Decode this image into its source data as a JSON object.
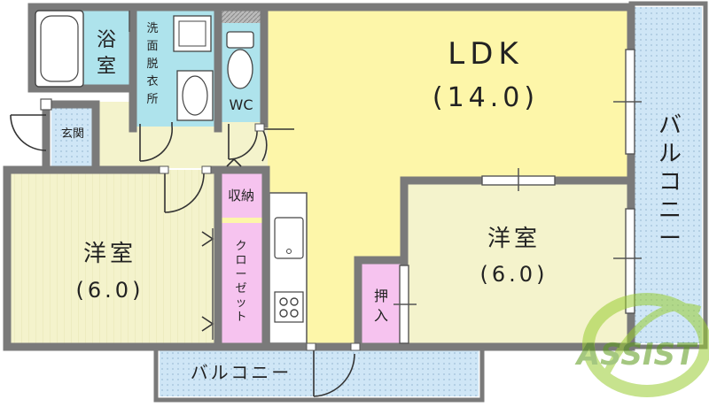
{
  "rooms": {
    "ldk": {
      "name": "LDK",
      "size": "(14.0)"
    },
    "western_left": {
      "name": "洋室",
      "size": "(6.0)"
    },
    "western_right": {
      "name": "洋室",
      "size": "(6.0)"
    },
    "bath": {
      "line1": "浴",
      "line2": "室"
    },
    "washroom": {
      "chars": [
        "洗",
        "面",
        "脱",
        "衣",
        "所"
      ]
    },
    "wc": "WC",
    "entrance": "玄関",
    "storage": "収納",
    "closet": [
      "ク",
      "ロ",
      "ー",
      "ゼ",
      "ッ",
      "ト"
    ],
    "oshiire": {
      "line1": "押",
      "line2": "入"
    }
  },
  "balconies": {
    "right": [
      "バ",
      "ル",
      "コ",
      "ニ",
      "ー"
    ],
    "bottom": "バルコニー"
  },
  "logo": "ASSIST",
  "colors": {
    "ldk": "#FDF6A9",
    "western": "#F4F3CC",
    "bath": "#AEE3EC",
    "balcony": "#CFE6F6",
    "closet": "#F6C3EF",
    "wall": "#7a7a7a",
    "logo": "#9ACD32"
  }
}
